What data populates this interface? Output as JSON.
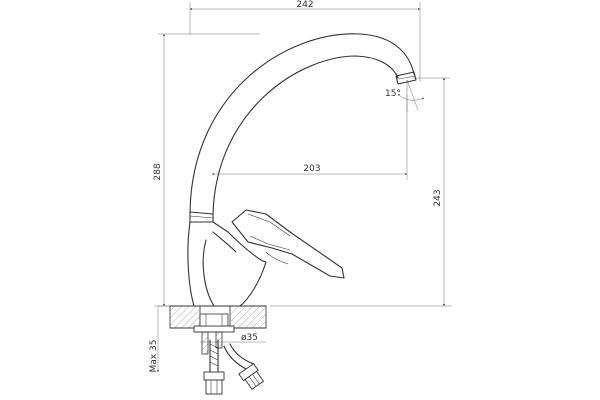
{
  "dimensions": {
    "overall_width": "242",
    "overall_height": "288",
    "spout_reach": "203",
    "spout_height": "243",
    "spout_angle": "15°",
    "max_counter": "Max 35",
    "hole_diameter": "ø35"
  },
  "colors": {
    "line": "#333333",
    "dim": "#666666",
    "hatch": "#777777",
    "background": "#ffffff"
  }
}
